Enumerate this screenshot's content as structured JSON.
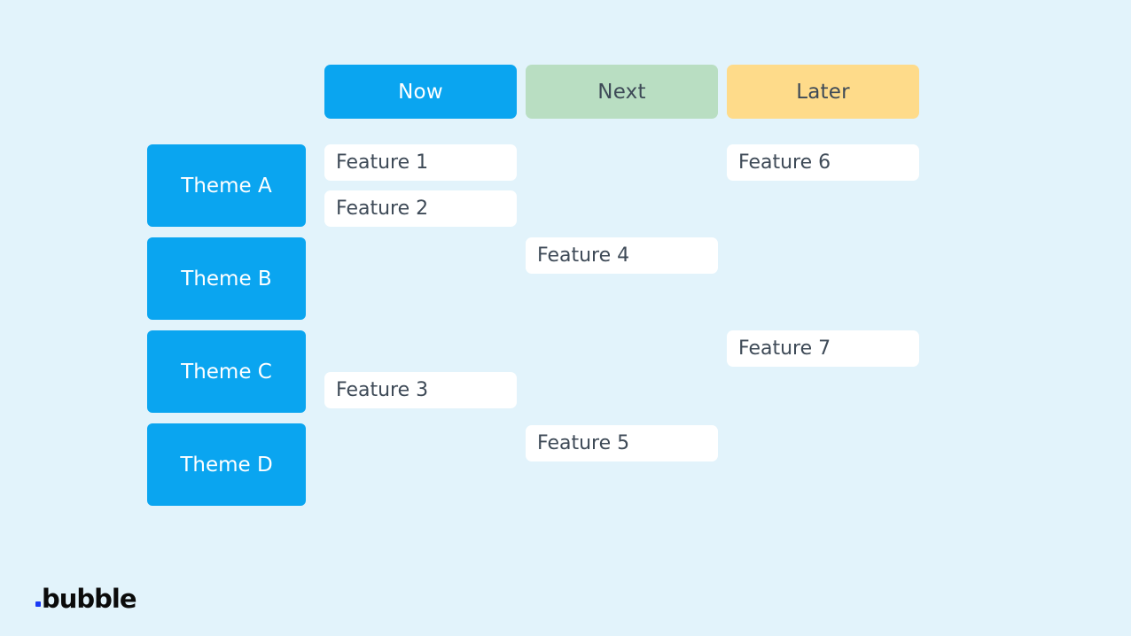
{
  "columns": {
    "now": "Now",
    "next": "Next",
    "later": "Later"
  },
  "themes": {
    "a": "Theme A",
    "b": "Theme B",
    "c": "Theme C",
    "d": "Theme D"
  },
  "features": {
    "f1": "Feature 1",
    "f2": "Feature 2",
    "f3": "Feature 3",
    "f4": "Feature 4",
    "f5": "Feature 5",
    "f6": "Feature 6",
    "f7": "Feature 7"
  },
  "colors": {
    "background": "#e2f3fb",
    "now": "#0aa5f0",
    "next": "#b9dec2",
    "later": "#fedb8a",
    "theme": "#0aa5f0",
    "card": "#ffffff",
    "text_dark": "#3e4a57",
    "logo_dot": "#1a3af5"
  },
  "logo": {
    "text": "bubble"
  }
}
